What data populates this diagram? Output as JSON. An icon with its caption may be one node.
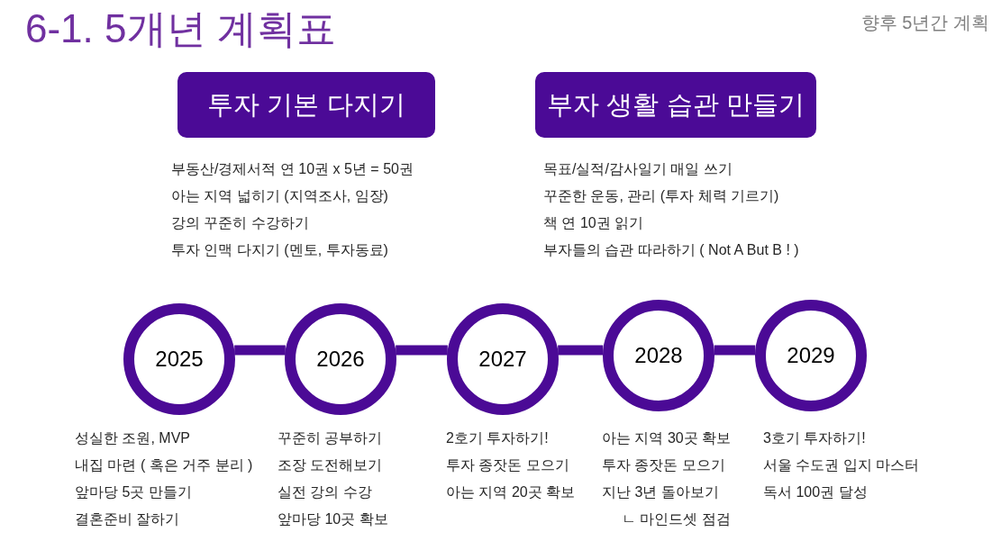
{
  "diagram": {
    "title": "6-1. 5개년 계획표",
    "nodes": [
      {
        "text": [
          "투자 기본 다지기"
        ],
        "beside": [
          "부동산/경제서적 연 10권 x 5년 = 50권",
          "아는 지역 넓히기 (지역조사, 임장)",
          "강의 꾸준히 수강하기",
          "투자 인맥 다지기 (멘토, 투자동료)"
        ]
      },
      {
        "text": [
          "부자 생활 습관 만들기"
        ],
        "beside": [
          "목표/실적/감사일기 매일 쓰기",
          "꾸준한 운동, 관리 (투자 체력 기르기)",
          "책 연 10권 읽기",
          "부자들의 습관 따라하기 ( Not A But B ! )"
        ]
      },
      {
        "text": [
          "2025"
        ],
        "beside": [
          "성실한 조원, MVP",
          "내집 마련 ( 혹은 거주 분리 )",
          "앞마당 5곳 만들기",
          "결혼준비 잘하기"
        ]
      },
      {
        "text": [
          "2026"
        ],
        "beside": [
          "꾸준히 공부하기",
          "조장 도전해보기",
          "실전 강의 수강",
          "앞마당 10곳 확보"
        ]
      },
      {
        "text": [
          "2027"
        ],
        "beside": [
          "2호기 투자하기!",
          "투자 종잣돈 모으기",
          "아는 지역 20곳 확보"
        ]
      },
      {
        "text": [
          "2028"
        ],
        "beside": [
          "아는 지역 30곳 확보",
          "투자 종잣돈 모으기",
          "지난 3년 돌아보기",
          "ㄴ 마인드셋 점검"
        ]
      },
      {
        "text": [
          "2029"
        ],
        "beside": [
          "3호기 투자하기!",
          "서울 수도권 입지 마스터",
          "독서 100권 달성"
        ]
      }
    ],
    "edges": [
      {
        "from": 2,
        "to": 3,
        "arrow": "none"
      },
      {
        "from": 3,
        "to": 4,
        "arrow": "none"
      },
      {
        "from": 4,
        "to": 5,
        "arrow": "none"
      },
      {
        "from": 5,
        "to": 6,
        "arrow": "none"
      }
    ],
    "labels": [
      "향후 5년간 계획"
    ]
  }
}
